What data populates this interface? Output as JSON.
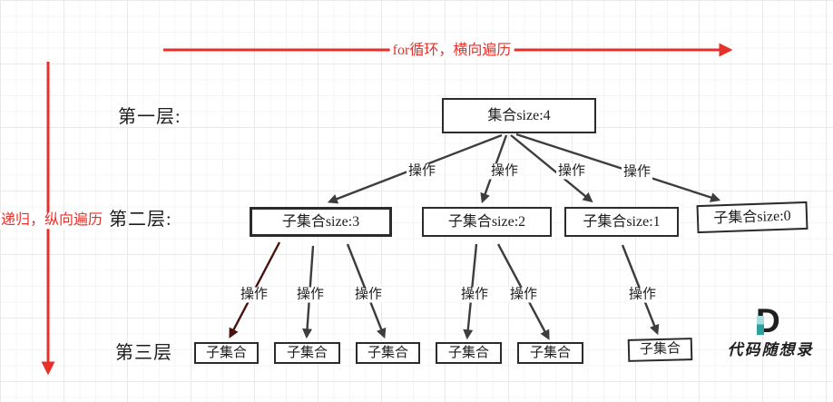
{
  "axes": {
    "horizontal_label": "for循环，横向遍历",
    "vertical_label": "递归，纵向遍历"
  },
  "layers": [
    {
      "label": "第一层:"
    },
    {
      "label": "第二层:"
    },
    {
      "label": "第三层"
    }
  ],
  "nodes": {
    "root": "集合size:4",
    "level2": [
      "子集合size:3",
      "子集合size:2",
      "子集合size:1",
      "子集合size:0"
    ],
    "level3": [
      "子集合",
      "子集合",
      "子集合",
      "子集合",
      "子集合",
      "子集合"
    ]
  },
  "edge_label": "操作",
  "logo": {
    "letter": "D",
    "text": "代码随想录"
  },
  "colors": {
    "traversal_red": "#e8302a",
    "edge_dark": "#3d3d3d",
    "edge_maroon": "#4a110d",
    "node_border": "#2b2b2b",
    "logo_teal_light": "#a9dddd",
    "logo_teal_dark": "#2f9fa0"
  }
}
